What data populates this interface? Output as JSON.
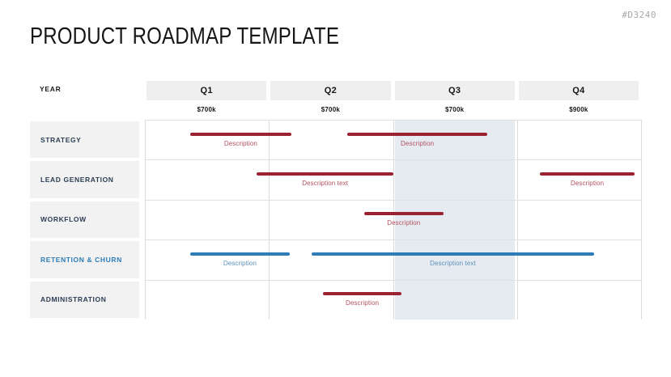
{
  "header": {
    "doc_code": "#D3240",
    "title": "PRODUCT ROADMAP TEMPLATE"
  },
  "chart_data": {
    "type": "bar",
    "title": "PRODUCT ROADMAP TEMPLATE",
    "grid": true,
    "legend_position": "none",
    "xlabel": "",
    "ylabel": "",
    "year_label": "YEAR",
    "categories": [
      "Q1",
      "Q2",
      "Q3",
      "Q4"
    ],
    "budgets": [
      "$700k",
      "$700k",
      "$700k",
      "$900k"
    ],
    "highlighted_category": "Q3",
    "colors": {
      "bar_red": "#9b2231",
      "bar_blue": "#2e7db8",
      "caption_red": "#b4505c",
      "caption_blue": "#5b90b8",
      "label_navy": "#2c3e54",
      "label_accent": "#2e7db8",
      "row_label_bg": "#f2f2f2",
      "quarter_header_bg": "#efefef",
      "highlight_band": "#e2e8f0"
    },
    "series": [
      {
        "name": "STRATEGY",
        "accent": false,
        "bars": [
          {
            "label": "Description",
            "color": "#9b2231",
            "start_pct": 9.0,
            "end_pct": 29.3
          },
          {
            "label": "Description",
            "color": "#9b2231",
            "start_pct": 40.7,
            "end_pct": 68.8
          }
        ]
      },
      {
        "name": "LEAD GENERATION",
        "accent": false,
        "bars": [
          {
            "label": "Description text",
            "color": "#9b2231",
            "start_pct": 22.3,
            "end_pct": 50.0
          },
          {
            "label": "Description",
            "color": "#9b2231",
            "start_pct": 79.5,
            "end_pct": 98.5
          }
        ]
      },
      {
        "name": "WORKFLOW",
        "accent": false,
        "bars": [
          {
            "label": "Description",
            "color": "#9b2231",
            "start_pct": 44.0,
            "end_pct": 60.0
          }
        ]
      },
      {
        "name": "RETENTION & CHURN",
        "accent": true,
        "bars": [
          {
            "label": "Description",
            "color": "#2e7db8",
            "start_pct": 9.0,
            "end_pct": 29.0
          },
          {
            "label": "Description text",
            "color": "#2e7db8",
            "start_pct": 33.4,
            "end_pct": 90.4
          }
        ]
      },
      {
        "name": "ADMINISTRATION",
        "accent": false,
        "bars": [
          {
            "label": "Description",
            "color": "#9b2231",
            "start_pct": 35.8,
            "end_pct": 51.5
          }
        ]
      }
    ]
  }
}
